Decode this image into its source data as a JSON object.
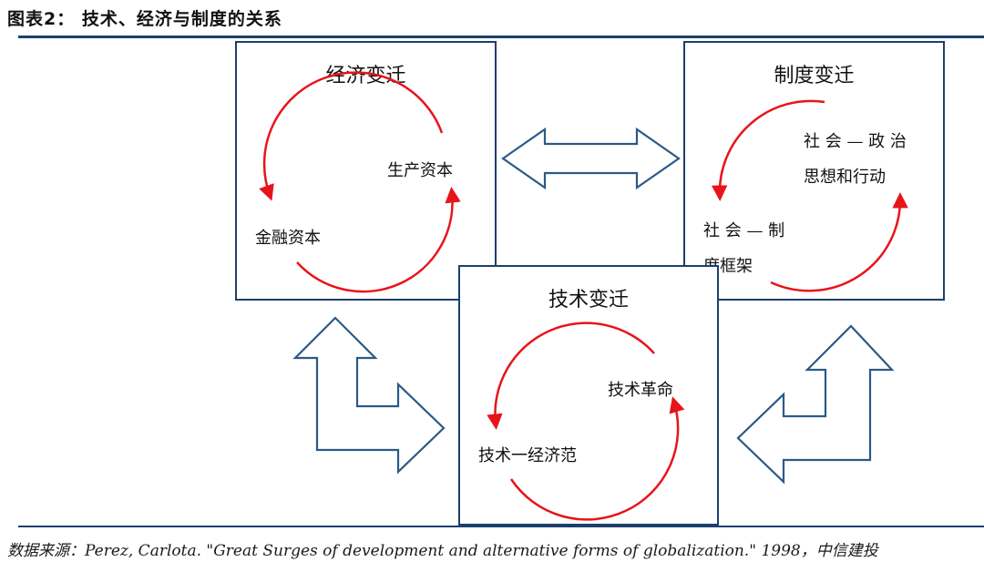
{
  "header": {
    "title": "图表2： 技术、经济与制度的关系"
  },
  "boxes": {
    "economic": {
      "title": "经济变迁",
      "labels": [
        "生产资本",
        "金融资本"
      ]
    },
    "institutional": {
      "title": "制度变迁",
      "labels": [
        "社 会 — 政 治",
        "思想和行动",
        "社 会 — 制",
        "度框架"
      ]
    },
    "technological": {
      "title": "技术变迁",
      "labels": [
        "技术革命",
        "技术一经济范"
      ]
    }
  },
  "colors": {
    "frame": "#1c3f6e",
    "cycle_arrow": "#e8141b",
    "link_arrow": "#2b5a86"
  },
  "source": "数据来源：Perez, Carlota. \"Great Surges of development and alternative forms of globalization.\" 1998，中信建投"
}
